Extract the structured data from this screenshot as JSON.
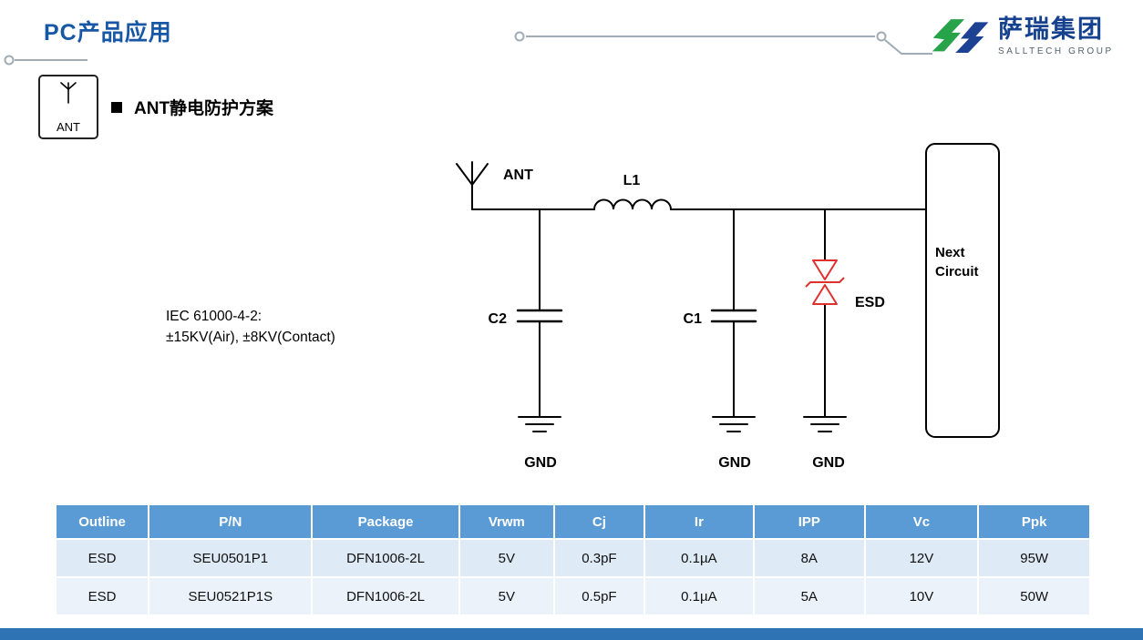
{
  "title": "PC产品应用",
  "logo": {
    "company": "萨瑞集团",
    "group": "SALLTECH GROUP"
  },
  "ant_icon": {
    "label": "ANT"
  },
  "heading": "ANT静电防护方案",
  "iec": {
    "line1": "IEC 61000-4-2:",
    "line2": "±15KV(Air), ±8KV(Contact)"
  },
  "circuit": {
    "ant_label": "ANT",
    "inductor_label": "L1",
    "cap_left_label": "C2",
    "cap_mid_label": "C1",
    "esd_label": "ESD",
    "next_line1": "Next",
    "next_line2": "Circuit",
    "gnd_left": "GND",
    "gnd_mid": "GND",
    "gnd_right": "GND"
  },
  "table": {
    "headers": [
      "Outline",
      "P/N",
      "Package",
      "Vrwm",
      "Cj",
      "Ir",
      "IPP",
      "Vc",
      "Ppk"
    ],
    "rows": [
      [
        "ESD",
        "SEU0501P1",
        "DFN1006-2L",
        "5V",
        "0.3pF",
        "0.1µA",
        "8A",
        "12V",
        "95W"
      ],
      [
        "ESD",
        "SEU0521P1S",
        "DFN1006-2L",
        "5V",
        "0.5pF",
        "0.1µA",
        "5A",
        "10V",
        "50W"
      ]
    ]
  },
  "colors": {
    "title_blue": "#1757A6",
    "table_header_blue": "#5B9BD5",
    "row_light": "#DEEAF6",
    "row_lighter": "#EBF2FA",
    "esd_red": "#E03131",
    "logo_green": "#27A34A",
    "logo_navy": "#1D4294",
    "bottom_bar_blue": "#2E74B5",
    "decor_gray": "#9FACB6"
  }
}
